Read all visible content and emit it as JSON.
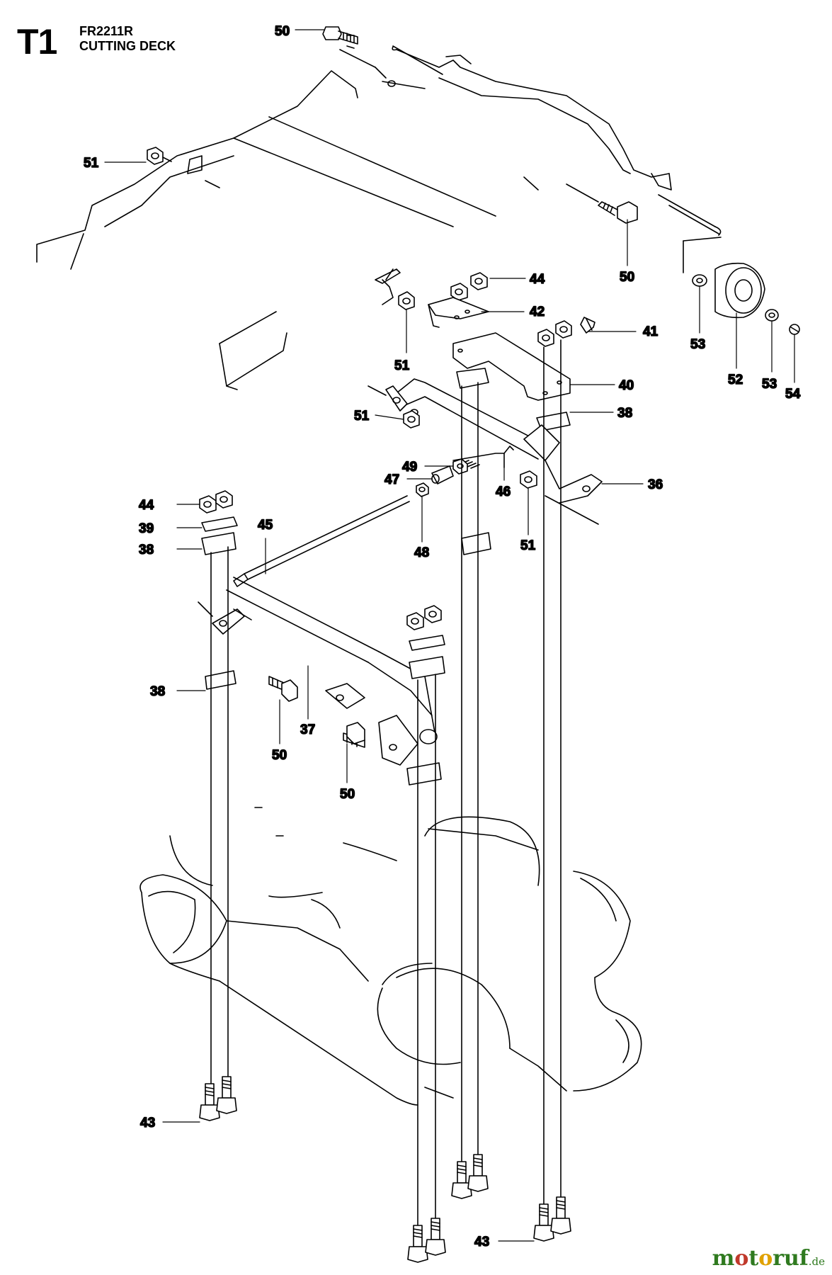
{
  "header": {
    "code": "T1",
    "model": "FR2211R",
    "section": "CUTTING DECK"
  },
  "watermark": {
    "prefix": "m",
    "o1": "o",
    "mid": "t",
    "o2": "o",
    "suffix": "ruf",
    "tld": ".de"
  },
  "callouts": [
    {
      "id": "50",
      "name": "bolt-50-top"
    },
    {
      "id": "51",
      "name": "nut-51-left"
    },
    {
      "id": "50",
      "name": "bolt-50-right"
    },
    {
      "id": "44",
      "name": "nut-44-upper"
    },
    {
      "id": "42",
      "name": "bracket-42"
    },
    {
      "id": "41",
      "name": "clip-41"
    },
    {
      "id": "51",
      "name": "nut-51-mid"
    },
    {
      "id": "40",
      "name": "plate-40"
    },
    {
      "id": "38",
      "name": "clamp-38-upper-right"
    },
    {
      "id": "51",
      "name": "nut-51-axle"
    },
    {
      "id": "49",
      "name": "nut-49"
    },
    {
      "id": "47",
      "name": "sleeve-47"
    },
    {
      "id": "46",
      "name": "rod-46"
    },
    {
      "id": "36",
      "name": "lift-arm-36"
    },
    {
      "id": "44",
      "name": "nut-44-left"
    },
    {
      "id": "39",
      "name": "plate-39"
    },
    {
      "id": "38",
      "name": "clamp-38-left"
    },
    {
      "id": "45",
      "name": "rod-45"
    },
    {
      "id": "48",
      "name": "nut-48"
    },
    {
      "id": "51",
      "name": "nut-51-lower"
    },
    {
      "id": "38",
      "name": "clamp-38-lower-left"
    },
    {
      "id": "37",
      "name": "lift-arm-37"
    },
    {
      "id": "50",
      "name": "bolt-50-lower-left"
    },
    {
      "id": "50",
      "name": "bolt-50-lower"
    },
    {
      "id": "53",
      "name": "washer-53-left"
    },
    {
      "id": "52",
      "name": "roller-52"
    },
    {
      "id": "53",
      "name": "washer-53-right"
    },
    {
      "id": "54",
      "name": "clip-54"
    },
    {
      "id": "43",
      "name": "bolt-43-left"
    },
    {
      "id": "43",
      "name": "bolt-43-right"
    }
  ]
}
